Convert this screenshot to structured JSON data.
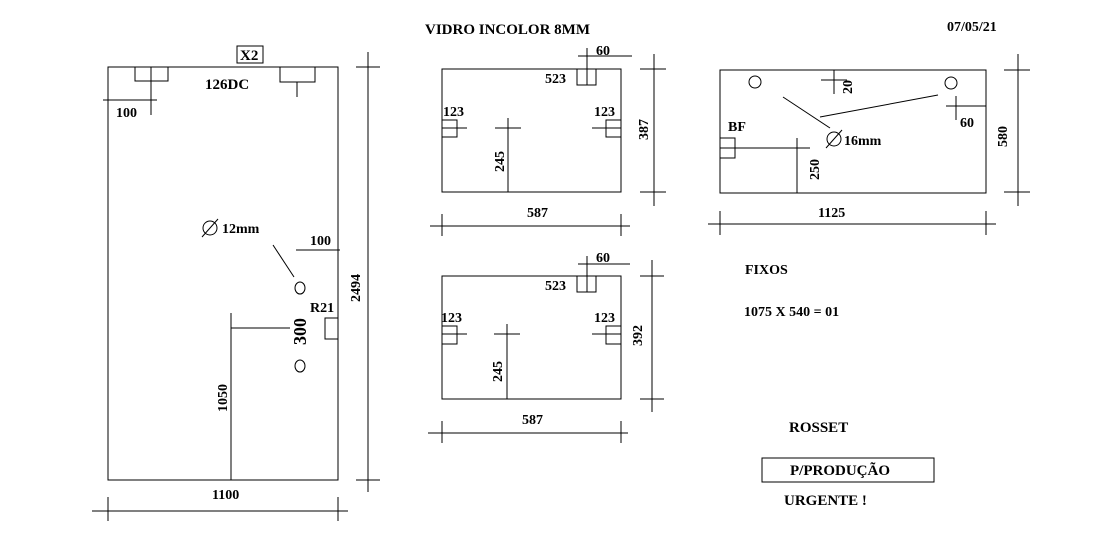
{
  "header": {
    "title": "VIDRO INCOLOR 8MM",
    "date": "07/05/21"
  },
  "door_panel": {
    "quantity_box": "X2",
    "hardware_code": "126DC",
    "dim_left_offset": "100",
    "hole_diameter": "12mm",
    "dim_hole_offset": "100",
    "hardware_radius": "R21",
    "dim_hole_spacing": "300",
    "dim_height_to_hole": "1050",
    "dim_width": "1100",
    "dim_height": "2494"
  },
  "panel_top": {
    "dim_notch_width": "60",
    "dim_notch_pos": "523",
    "dim_left_notch": "123",
    "dim_right_notch": "123",
    "dim_mid_height": "245",
    "dim_width": "587",
    "dim_height": "387"
  },
  "panel_bottom": {
    "dim_notch_width": "60",
    "dim_notch_pos": "523",
    "dim_left_notch": "123",
    "dim_right_notch": "123",
    "dim_mid_height": "245",
    "dim_width": "587",
    "dim_height": "392"
  },
  "panel_right": {
    "dim_top_offset": "20",
    "dim_right_offset": "60",
    "hardware_code": "BF",
    "hole_diameter": "16mm",
    "dim_notch_height": "250",
    "dim_width": "1125",
    "dim_height": "580"
  },
  "notes": {
    "fixed_label": "FIXOS",
    "fixed_spec": "1075 X 540 = 01",
    "client": "ROSSET",
    "production_box": "P/PRODUÇÃO",
    "urgency": "URGENTE !"
  },
  "icons": {
    "diameter": "diameter-symbol-icon"
  },
  "colors": {
    "line": "#000000",
    "background": "#ffffff"
  }
}
